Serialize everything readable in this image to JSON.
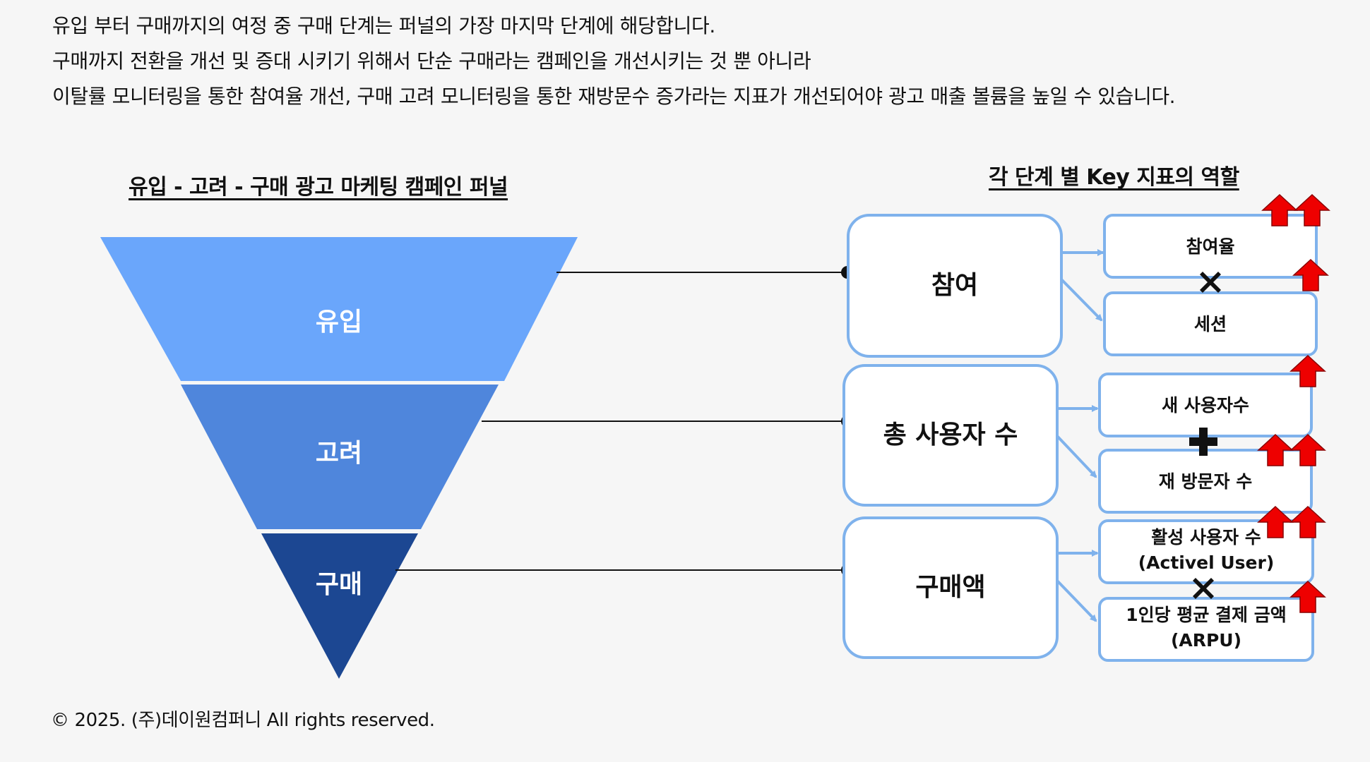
{
  "intro": {
    "line1": "유입 부터 구매까지의 여정 중 구매 단계는 퍼널의 가장 마지막 단계에 해당합니다.",
    "line2": "구매까지 전환을 개선 및 증대 시키기 위해서 단순 구매라는 캠페인을 개선시키는 것 뿐 아니라",
    "line3": "이탈률 모니터링을 통한 참여율 개선, 구매 고려 모니터링을 통한 재방문수 증가라는 지표가 개선되어야 광고 매출 볼륨을 높일 수 있습니다."
  },
  "funnel": {
    "title": "유입 - 고려 - 구매 광고 마케팅 캠페인 퍼널",
    "stages": [
      "유입",
      "고려",
      "구매"
    ],
    "colors": [
      "#6aa6fb",
      "#4f86dc",
      "#1c4792"
    ]
  },
  "kpi": {
    "title": "각 단계 별 Key 지표의 역할",
    "metrics": [
      "참여",
      "총 사용자 수",
      "구매액"
    ],
    "parts": [
      {
        "a": "참여율",
        "op": "✖",
        "b": "세션"
      },
      {
        "a": "새 사용자수",
        "op": "✚",
        "b": "재 방문자 수"
      },
      {
        "a1": "활성 사용자 수",
        "a2": "(Activel User)",
        "op": "✖",
        "b1": "1인당 평균 결제 금액",
        "b2": "(ARPU)"
      }
    ]
  },
  "colors": {
    "box_border": "#7fb2ec",
    "arrow_red": "#ee0000",
    "connector": "#111111"
  },
  "icons": {
    "up": "up-arrow-icon",
    "times": "multiply-icon",
    "plus": "plus-icon"
  },
  "footer": "© 2025. (주)데이원컴퍼니 All rights reserved."
}
